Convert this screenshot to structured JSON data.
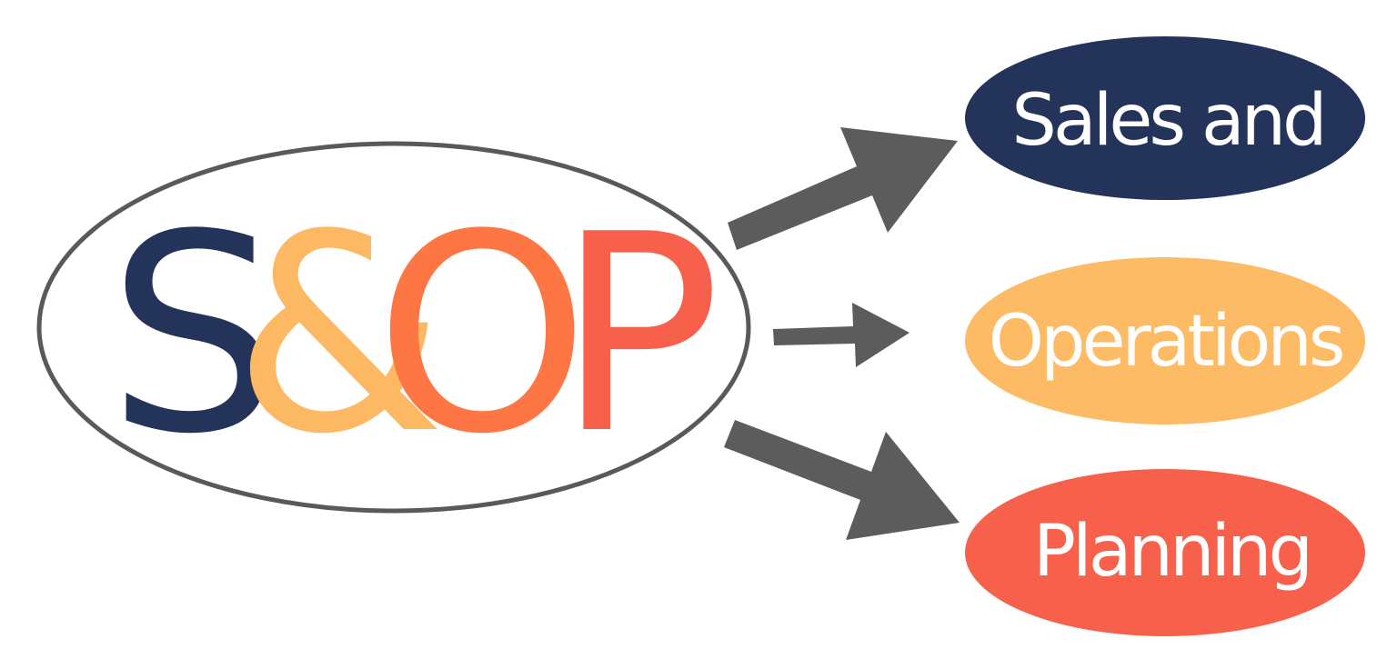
{
  "acronym": {
    "letters": [
      {
        "text": "S",
        "color": "#24335a"
      },
      {
        "text": "&",
        "color": "#fdb864"
      },
      {
        "text": "O",
        "color": "#fd7643"
      },
      {
        "text": "P",
        "color": "#f7604a"
      }
    ],
    "ring_color": "#595959"
  },
  "arrow_color": "#5c5c5c",
  "items": [
    {
      "label": "Sales and",
      "fill": "#24335a",
      "text_color": "#ffffff"
    },
    {
      "label": "Operations",
      "fill": "#fdbb66",
      "text_color": "#ffffff"
    },
    {
      "label": "Planning",
      "fill": "#f7604a",
      "text_color": "#ffffff"
    }
  ]
}
